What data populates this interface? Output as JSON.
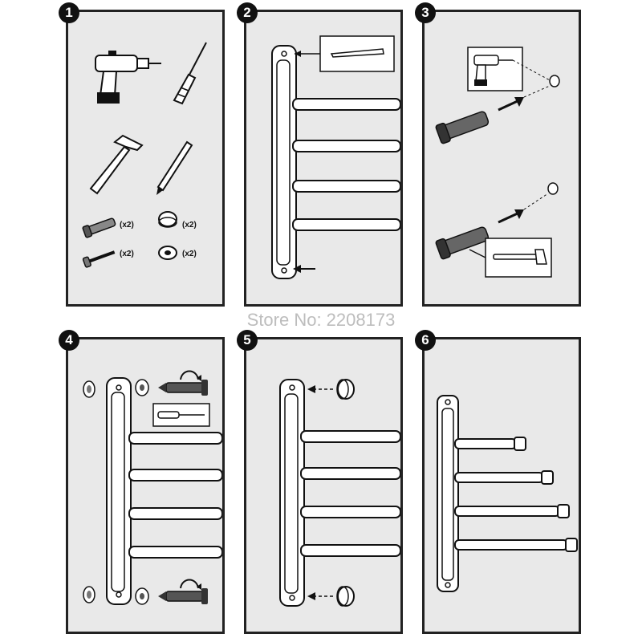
{
  "steps": [
    {
      "number": "1"
    },
    {
      "number": "2"
    },
    {
      "number": "3"
    },
    {
      "number": "4"
    },
    {
      "number": "5"
    },
    {
      "number": "6"
    }
  ],
  "parts": {
    "anchor_qty": "(x2)",
    "screw_qty": "(x2)",
    "cap_qty": "(x2)",
    "washer_qty": "(x2)"
  },
  "watermark": "Store No: 2208173",
  "icons": [
    "drill-icon",
    "screwdriver-icon",
    "hammer-icon",
    "pencil-icon",
    "wall-anchor-icon",
    "screw-icon",
    "cap-icon",
    "washer-icon",
    "arrow-icon",
    "towel-rack-icon"
  ]
}
